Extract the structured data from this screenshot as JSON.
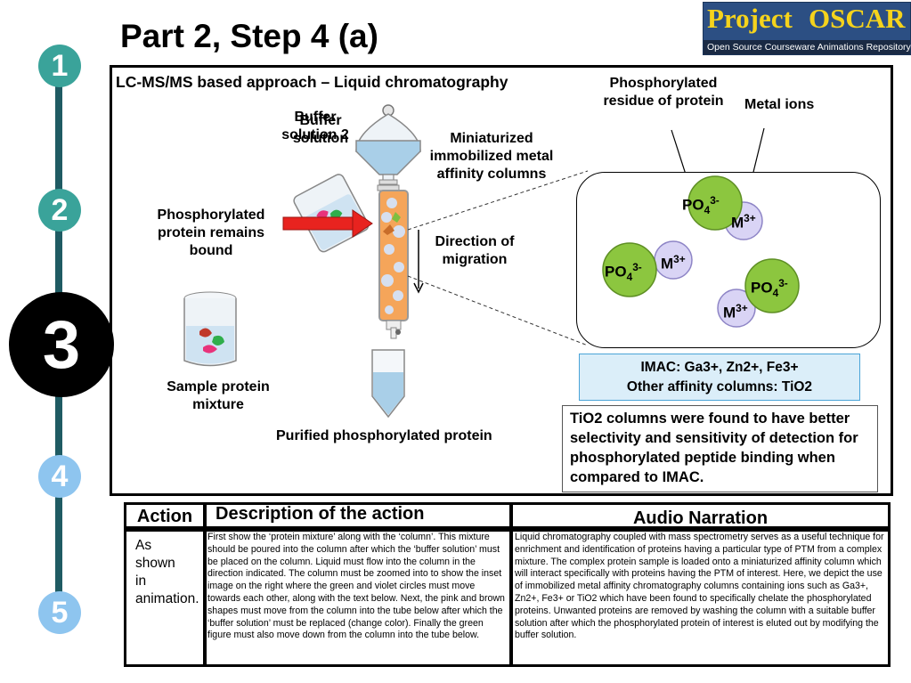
{
  "title": "Part 2, Step 4 (a)",
  "logo": {
    "word1": "Project",
    "word2": "OSCAR",
    "tagline": "Open Source Courseware Animations Repository"
  },
  "steps": [
    "1",
    "2",
    "3",
    "4",
    "5"
  ],
  "diagram": {
    "heading": "LC-MS/MS based approach – Liquid chromatography",
    "buffer_label": "Buffer solution",
    "buffer_label_overlap": "Buffer solution 2",
    "column_label": "Miniaturized immobilized metal affinity columns",
    "bound_label": "Phosphorylated protein remains bound",
    "direction_label": "Direction of migration",
    "sample_label": "Sample protein mixture",
    "purified_label": "Purified phosphorylated protein",
    "residue_label": "Phosphorylated residue of protein",
    "metal_label": "Metal ions",
    "po4_label": "PO",
    "po4_sub": "4",
    "po4_sup": "3-",
    "m_label": "M",
    "m_sup": "3+",
    "imac_line1": "IMAC: Ga3+, Zn2+, Fe3+",
    "imac_line2": "Other affinity columns: TiO2",
    "note": "TiO2 columns were found to have better selectivity and sensitivity of detection for phosphorylated peptide binding when compared to IMAC."
  },
  "table": {
    "action_header": "Action",
    "description_header": "Description of the action",
    "audio_header": "Audio Narration",
    "action_text": "As shown in animation.",
    "description_text": "First show the ‘protein mixture’  along with the ‘column’. This mixture should be poured into the column after which the ‘buffer solution’ must be placed on the column. Liquid must flow into the column in the direction indicated. The column must be zoomed into to show the inset image on the right where the green and violet circles must move towards each other, along with the text below. Next, the pink and brown shapes must move from the column into the tube below after which the ‘buffer solution’  must be replaced (change color). Finally the green figure must also move down from the column into the tube below.",
    "audio_text": "Liquid chromatography coupled with mass spectrometry serves as a useful technique for enrichment and identification of proteins having a particular type of PTM from a complex mixture. The complex protein sample is loaded onto a miniaturized affinity column which will interact specifically with proteins having the PTM of interest. Here, we depict the use of immobilized metal affinity chromatography columns containing ions such as Ga3+, Zn2+, Fe3+ or TiO2 which have been found to specifically chelate the phosphorylated proteins. Unwanted proteins are removed by washing the column with a suitable buffer solution after which the phosphorylated protein of interest is eluted out by modifying the buffer solution."
  },
  "colors": {
    "track": "#1f5b63",
    "step_done": "#3aa39a",
    "step_current": "#000000",
    "step_todo": "#8ec5ef",
    "po4": "#8cc63f",
    "metal": "#d9d4f5",
    "column": "#f5a55a",
    "arrow": "#e8231f",
    "liquid": "#a9cfe8"
  }
}
